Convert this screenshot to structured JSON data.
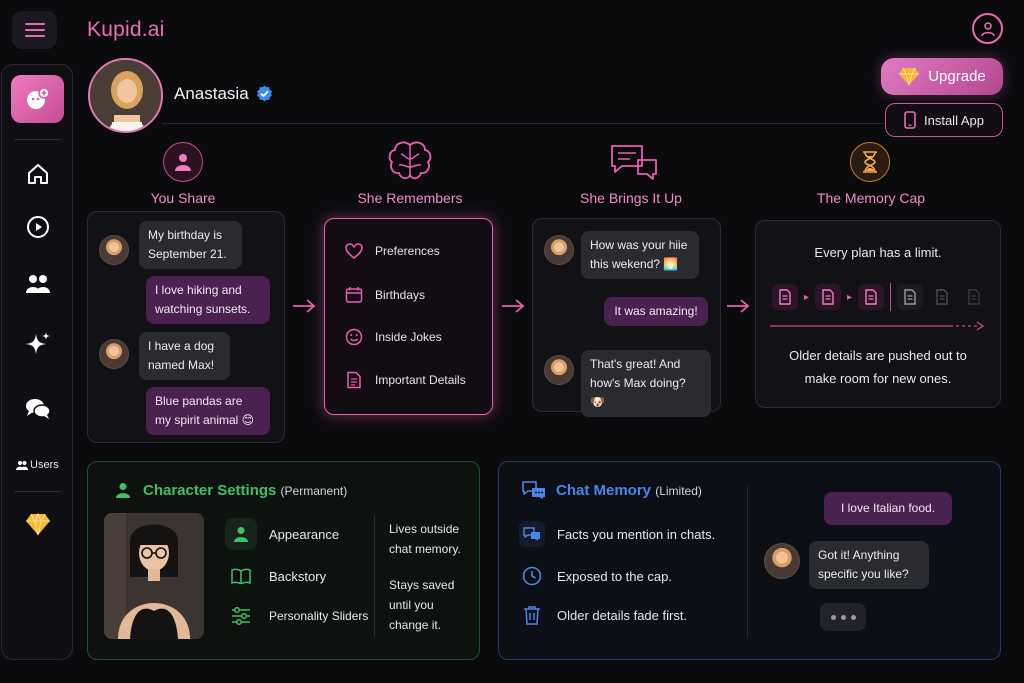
{
  "app": {
    "title": "Kupid.ai"
  },
  "header": {
    "name": "Anastasia",
    "upgrade_label": "Upgrade",
    "install_label": "Install App"
  },
  "sidebar": {
    "users_label": "Users"
  },
  "steps": [
    {
      "title": "You Share"
    },
    {
      "title": "She Remembers"
    },
    {
      "title": "She Brings It Up"
    },
    {
      "title": "The Memory Cap"
    }
  ],
  "share_chat": {
    "m1": "My birthday is September 21.",
    "m2": "I love hiking and watching sunsets.",
    "m3": "I have a dog named Max!",
    "m4": "Blue pandas are my spirit animal 😊"
  },
  "remember_items": [
    "Preferences",
    "Birthdays",
    "Inside Jokes",
    "Important Details"
  ],
  "brings_chat": {
    "m1": "How was your hiie this wekend? 🌅",
    "m2": "It was amazing!",
    "m3": "That's great! And how's Max doing? 🐶"
  },
  "memory_cap": {
    "top": "Every plan has a limit.",
    "bottom": "Older details are pushed out to make room for new ones."
  },
  "character_settings": {
    "title": "Character Settings",
    "subtitle": "(Permanent)",
    "items": [
      "Appearance",
      "Backstory",
      "Personality Sliders"
    ],
    "note1": "Lives outside chat memory.",
    "note2": "Stays saved until you change it."
  },
  "chat_memory": {
    "title": "Chat Memory",
    "subtitle": "(Limited)",
    "items": [
      "Facts you mention in chats.",
      "Exposed to the cap.",
      "Older details fade first."
    ],
    "user_msg": "I love Italian food.",
    "bot_msg": "Got it! Anything specific you like?"
  },
  "colors": {
    "accent_pink": "#e96ab0",
    "green": "#3fbf6a",
    "blue": "#4a86e8",
    "bg": "#0b0b0e"
  }
}
